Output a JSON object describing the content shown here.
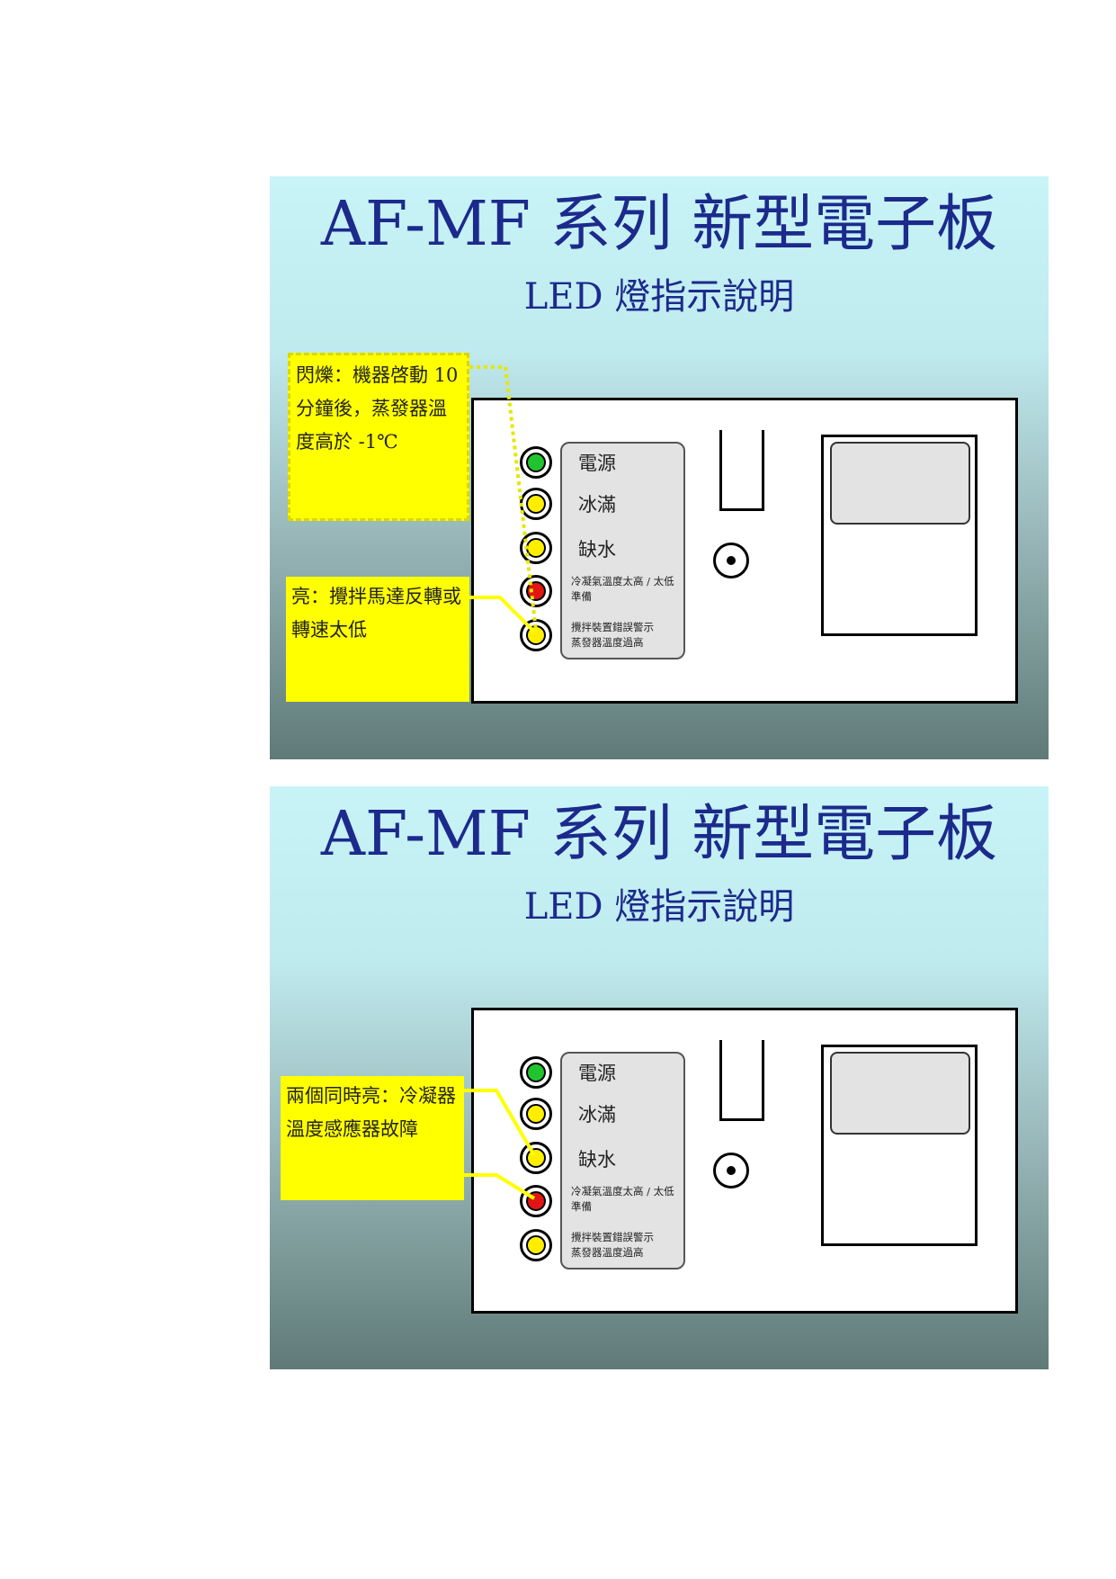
{
  "slides": [
    {
      "title": "AF-MF 系列  新型電子板",
      "subtitle": "LED 燈指示說明",
      "leds": [
        {
          "color": "#21c42f"
        },
        {
          "color": "#ffee00"
        },
        {
          "color": "#ffee00"
        },
        {
          "color": "#e21414"
        },
        {
          "color": "#ffee00"
        }
      ],
      "labels": {
        "power": "電源",
        "ice_full": "冰滿",
        "water_low": "缺水",
        "condenser_line1": "冷凝氣溫度太高 / 太低",
        "condenser_line2": "準備",
        "mixer_line1": "攪拌裝置錯誤警示",
        "mixer_line2": "蒸發器溫度過高"
      },
      "notes": [
        {
          "text": "閃爍：機器啓動 10 分鐘後，蒸發器溫度高於 -1℃"
        },
        {
          "text": "亮：攪拌馬達反轉或轉速太低"
        }
      ]
    },
    {
      "title": "AF-MF 系列  新型電子板",
      "subtitle": "LED 燈指示說明",
      "leds": [
        {
          "color": "#21c42f"
        },
        {
          "color": "#ffee00"
        },
        {
          "color": "#ffee00"
        },
        {
          "color": "#e21414"
        },
        {
          "color": "#ffee00"
        }
      ],
      "labels": {
        "power": "電源",
        "ice_full": "冰滿",
        "water_low": "缺水",
        "condenser_line1": "冷凝氣溫度太高 / 太低",
        "condenser_line2": "準備",
        "mixer_line1": "攪拌裝置錯誤警示",
        "mixer_line2": "蒸發器溫度過高"
      },
      "notes": [
        {
          "text": "兩個同時亮：冷凝器溫度感應器故障"
        }
      ]
    }
  ]
}
